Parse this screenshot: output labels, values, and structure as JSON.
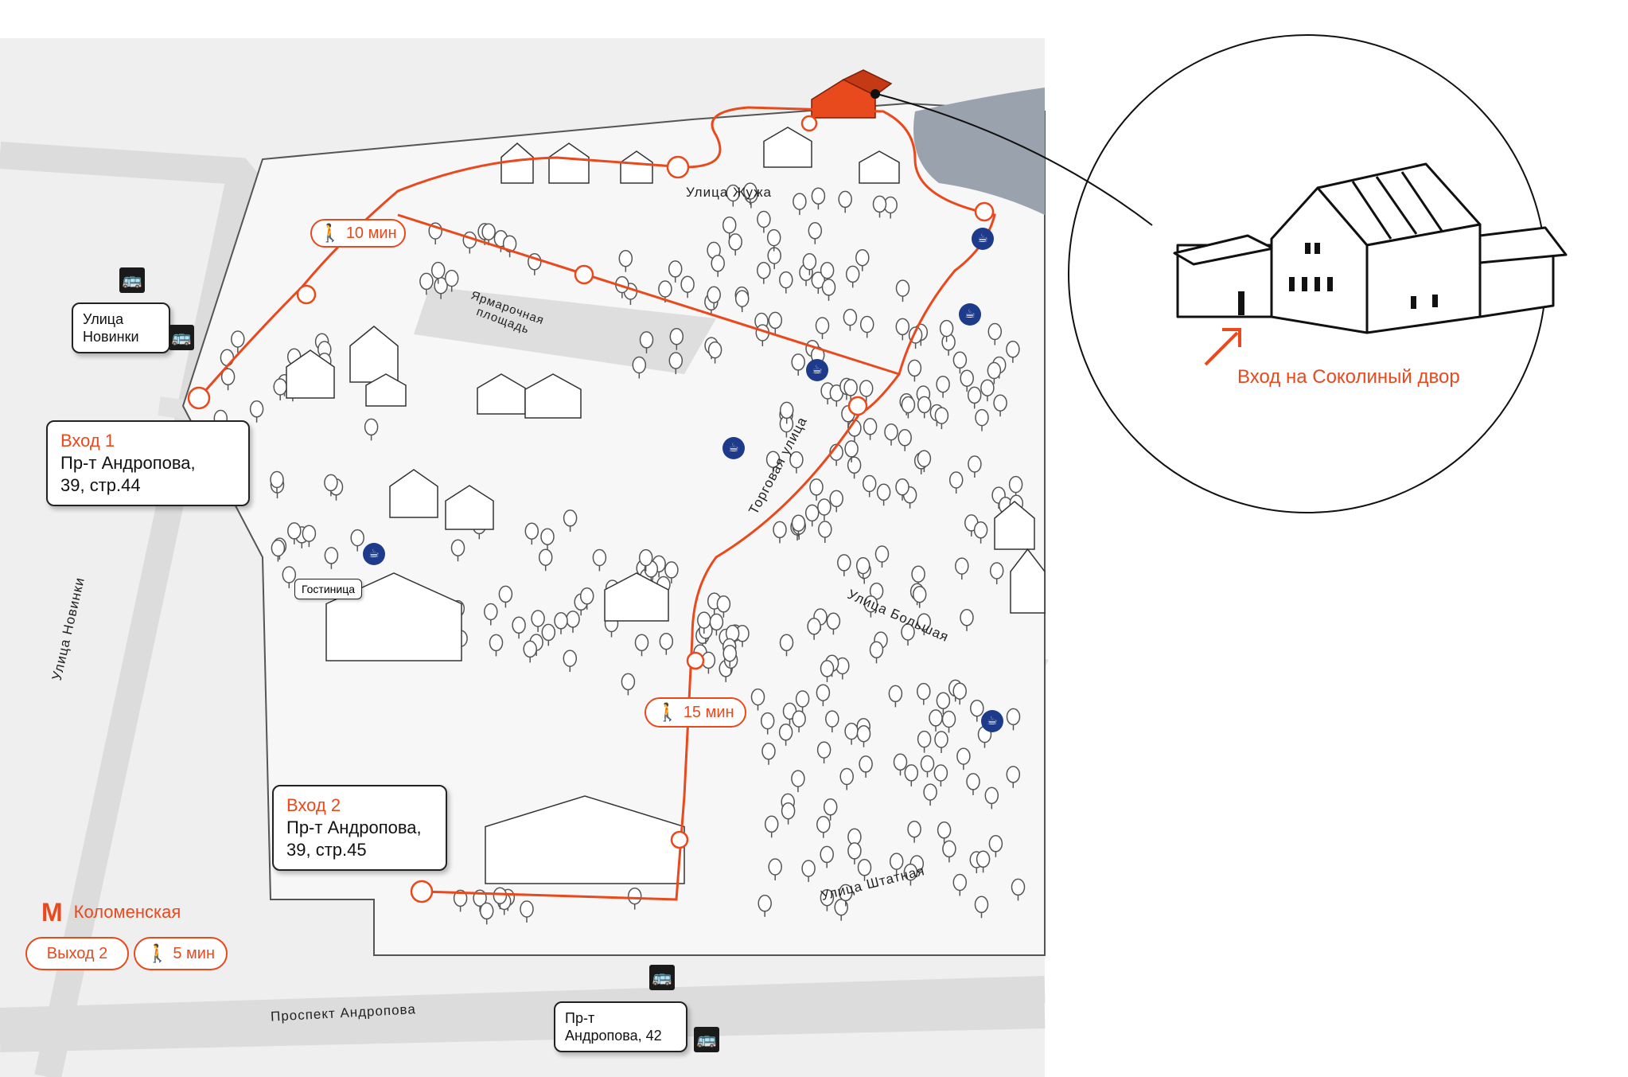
{
  "streets": {
    "zhuzha": "Улица Жужа",
    "yarmarka": "Ярмарочная площадь",
    "torgovaya": "Торговая улица",
    "bolshaya": "Улица Большая",
    "novinki": "Улица Новинки",
    "shtatnaya": "Улица Штатная",
    "andropova": "Проспект Андропова"
  },
  "entrances": [
    {
      "heading": "Вход 1",
      "line1": "Пр-т Андропова,",
      "line2": "39, стр.44"
    },
    {
      "heading": "Вход 2",
      "line1": "Пр-т Андропова,",
      "line2": "39, стр.45"
    }
  ],
  "bus_stops": [
    {
      "line1": "Улица",
      "line2": "Новинки"
    },
    {
      "line1": "Пр-т",
      "line2": "Андропова, 42"
    }
  ],
  "walk_times": {
    "t10": "10 мин",
    "t15": "15 мин",
    "t5": "5 мин"
  },
  "metro": {
    "logo": "M",
    "station": "Коломенская",
    "exit": "Выход 2"
  },
  "hotel_label": "Гостиница",
  "zoom": {
    "caption": "Вход на Соколиный двор"
  },
  "icons": {
    "bus": "bus-icon",
    "cafe": "cafe-icon",
    "walk": "walking-person-icon",
    "arrow": "arrow-icon"
  },
  "colors": {
    "route": "#e8491d",
    "cafe": "#1e3a8a",
    "water": "#9aa3ad",
    "paths": "#d9d9d9",
    "ground": "#f2f2f2"
  }
}
